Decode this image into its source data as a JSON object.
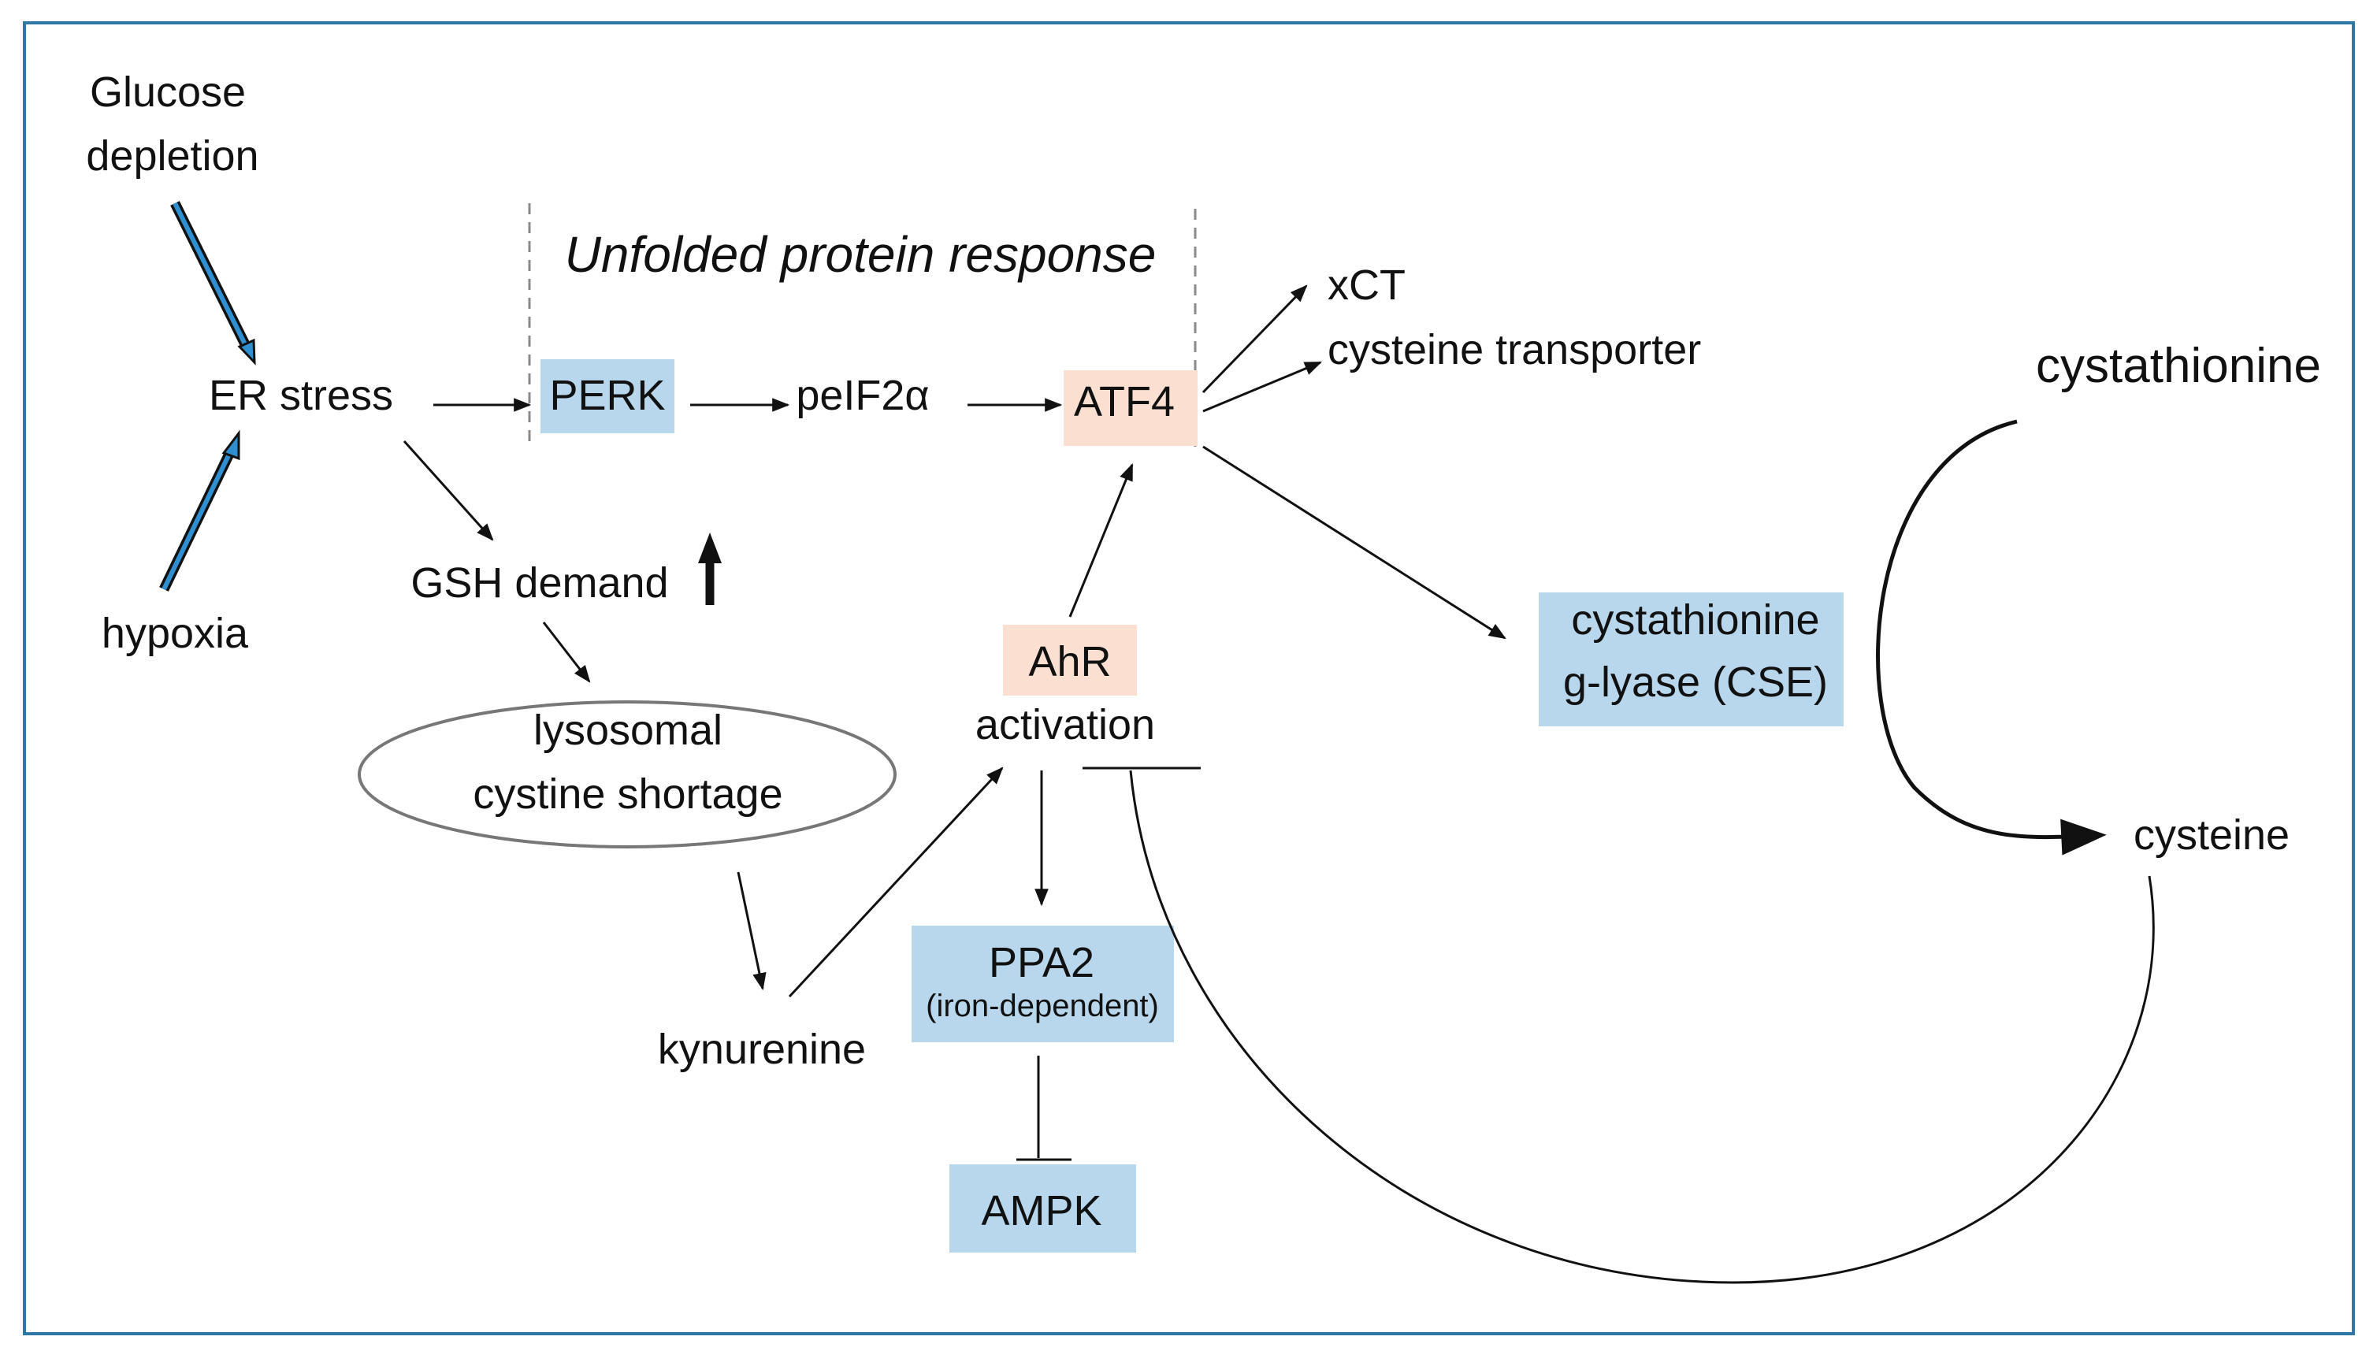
{
  "diagram": {
    "title": "",
    "colors": {
      "frame": "#2f78a6",
      "blue_box": "#b8d7ec",
      "peach_box": "#fbe0d2",
      "double_arrow": "#2f8fd0",
      "line": "#111111",
      "dashed": "#8a8a8a",
      "ellipse_stroke": "#777777"
    },
    "labels": {
      "glucose_line1": "Glucose",
      "glucose_line2": "depletion",
      "er_stress": "ER stress",
      "hypoxia": "hypoxia",
      "upr": "Unfolded protein response",
      "perk": "PERK",
      "peif2a": "peIF2α",
      "atf4": "ATF4",
      "xct": "xCT",
      "cysteine_transporter": "cysteine transporter",
      "gsh_demand": "GSH demand",
      "lysosomal_line1": "lysosomal",
      "lysosomal_line2": "cystine shortage",
      "ahr": "AhR",
      "activation": "activation",
      "cse_line1": "cystathionine",
      "cse_line2": "g-lyase (CSE)",
      "cystathionine": "cystathionine",
      "cysteine": "cysteine",
      "kynurenine": "kynurenine",
      "ppa2": "PPA2",
      "ppa2_note": "(iron-dependent)",
      "ampk": "AMPK"
    },
    "icons": {
      "up_arrow": "bold-up-arrow-icon"
    }
  }
}
